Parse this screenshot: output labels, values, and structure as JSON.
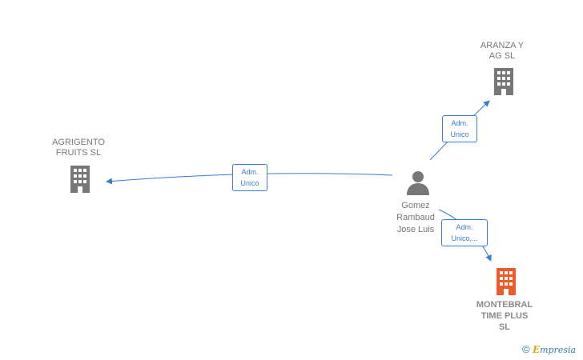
{
  "nodes": {
    "agrigento": {
      "label": "AGRIGENTO\nFRUITS  SL",
      "icon": "building-icon",
      "color": "#777777"
    },
    "aranza": {
      "label": "ARANZA Y\nAG SL",
      "icon": "building-icon",
      "color": "#777777"
    },
    "montebral": {
      "label": "MONTEBRAL\nTIME PLUS\nSL",
      "icon": "building-icon",
      "color": "#ee5a2a"
    },
    "person": {
      "label": "Gomez\nRambaud\nJose Luis",
      "icon": "person-icon",
      "color": "#777777"
    }
  },
  "edges": {
    "to_agrigento": {
      "label_line1": "Adm.",
      "label_line2": "Unico"
    },
    "to_aranza": {
      "label_line1": "Adm.",
      "label_line2": "Unico"
    },
    "to_montebral": {
      "label_line1": "Adm.",
      "label_line2": "Unico,..."
    }
  },
  "colors": {
    "edge": "#3a7bd5"
  },
  "brand": {
    "copyright": "©",
    "initial": "E",
    "rest": "mpresia"
  }
}
